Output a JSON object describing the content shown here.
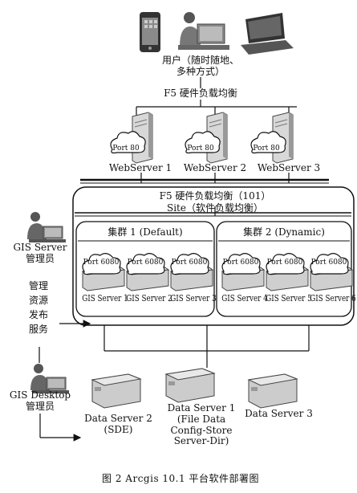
{
  "user": {
    "label": "用户（随时随地、\n多种方式）"
  },
  "f5_top": {
    "label": "F5 硬件负载均衡"
  },
  "web_servers": [
    {
      "port": "Port 80",
      "name": "WebServer 1"
    },
    {
      "port": "Port 80",
      "name": "WebServer 2"
    },
    {
      "port": "Port 80",
      "name": "WebServer 3"
    }
  ],
  "site": {
    "f5_label": "F5 硬件负载均衡（101）",
    "site_label": "Site（软件负载均衡）"
  },
  "clusters": [
    {
      "label": "集群 1 (Default)"
    },
    {
      "label": "集群 2 (Dynamic)"
    }
  ],
  "gis_servers": [
    {
      "port": "Port 6080",
      "name": "GIS Server 1"
    },
    {
      "port": "Port 6080",
      "name": "GIS Server 2"
    },
    {
      "port": "Port 6080",
      "name": "GIS Server 3"
    },
    {
      "port": "Port 6080",
      "name": "GIS Server 4"
    },
    {
      "port": "Port 6080",
      "name": "GIS Server 5"
    },
    {
      "port": "Port 6080",
      "name": "GIS Server 6"
    }
  ],
  "admin": {
    "label": "GIS Server\n管理员",
    "task": "管理\n资源\n发布\n服务"
  },
  "desktop": {
    "label": "GIS Desktop\n管理员"
  },
  "data_servers": [
    {
      "label": "Data Server 2\n(SDE)"
    },
    {
      "label": "Data Server 1\n(File Data\nConfig-Store\nServer-Dir)"
    },
    {
      "label": "Data Server 3"
    }
  ],
  "caption": "图 2    Arcgis 10.1 平台软件部署图",
  "colors": {
    "line": "#111111",
    "gray": "#9a9a9a",
    "dark": "#555555"
  }
}
